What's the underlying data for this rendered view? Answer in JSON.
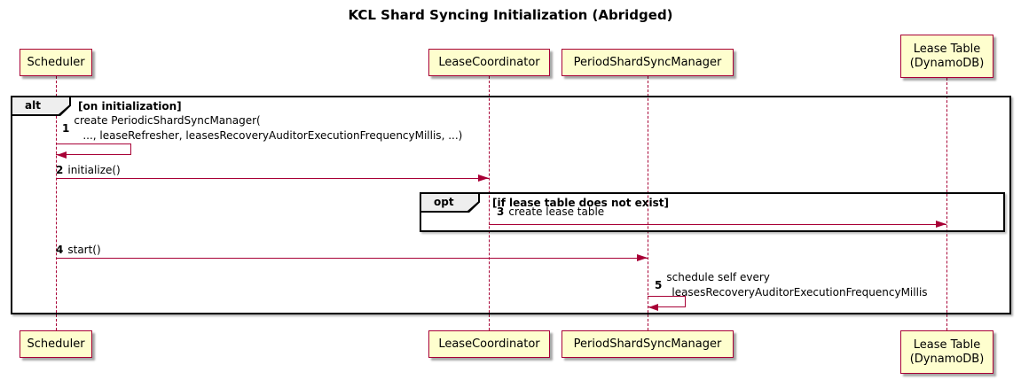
{
  "diagram": {
    "title": "KCL Shard Syncing Initialization (Abridged)"
  },
  "colors": {
    "participant_fill": "#FEFECE",
    "participant_border": "#A80036",
    "arrow_and_lifeline": "#A80036",
    "frame_border": "#000000",
    "frame_tab_fill": "#EEEEEE",
    "background": "#FFFFFF"
  },
  "participants": {
    "scheduler": {
      "label": "Scheduler"
    },
    "lease_coordinator": {
      "label": "LeaseCoordinator"
    },
    "period_shard_sync_manager": {
      "label": "PeriodShardSyncManager"
    },
    "lease_table": {
      "line1": "Lease Table",
      "line2": "(DynamoDB)"
    }
  },
  "frames": {
    "alt": {
      "label": "alt",
      "guard": "[on initialization]"
    },
    "opt": {
      "label": "opt",
      "guard": "[if lease table does not exist]"
    }
  },
  "messages": {
    "m1": {
      "num": "1",
      "line1": "create PeriodicShardSyncManager(",
      "line2": "..., leaseRefresher, leasesRecoveryAuditorExecutionFrequencyMillis, ...)"
    },
    "m2": {
      "num": "2",
      "text": "initialize()"
    },
    "m3": {
      "num": "3",
      "text": "create lease table"
    },
    "m4": {
      "num": "4",
      "text": "start()"
    },
    "m5": {
      "num": "5",
      "line1": "schedule self every",
      "line2": "leasesRecoveryAuditorExecutionFrequencyMillis"
    }
  }
}
